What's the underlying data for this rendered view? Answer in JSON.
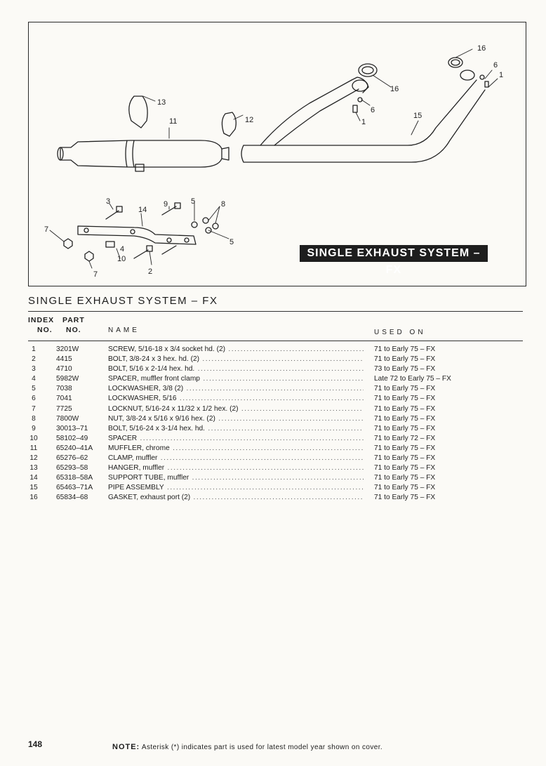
{
  "diagram": {
    "banner": "SINGLE EXHAUST SYSTEM – FX",
    "callouts": {
      "c16a": "16",
      "c6a": "6",
      "c1a": "1",
      "c16b": "16",
      "c6b": "6",
      "c1b": "1",
      "c15": "15",
      "c13": "13",
      "c11": "11",
      "c12": "12",
      "c3": "3",
      "c14": "14",
      "c9": "9",
      "c5a": "5",
      "c8": "8",
      "c5b": "5",
      "c7a": "7",
      "c4": "4",
      "c10": "10",
      "c2": "2",
      "c7b": "7"
    }
  },
  "section_title": "SINGLE EXHAUST SYSTEM – FX",
  "headers": {
    "index_no_1": "INDEX",
    "index_no_2": "NO.",
    "part_no_1": "PART",
    "part_no_2": "NO.",
    "name": "NAME",
    "used_on": "USED ON"
  },
  "parts": [
    {
      "index": "1",
      "part": "3201W",
      "name": "SCREW, 5/16-18 x 3/4 socket hd. (2)",
      "used": "71 to Early 75 – FX"
    },
    {
      "index": "2",
      "part": "4415",
      "name": "BOLT, 3/8-24 x 3 hex. hd. (2)",
      "used": "71 to Early 75 – FX"
    },
    {
      "index": "3",
      "part": "4710",
      "name": "BOLT, 5/16 x 2-1/4 hex. hd.",
      "used": "73 to Early 75 – FX"
    },
    {
      "index": "4",
      "part": "5982W",
      "name": "SPACER, muffler front clamp",
      "used": "Late 72 to Early 75 – FX"
    },
    {
      "index": "5",
      "part": "7038",
      "name": "LOCKWASHER, 3/8 (2)",
      "used": "71 to Early 75 – FX"
    },
    {
      "index": "6",
      "part": "7041",
      "name": "LOCKWASHER, 5/16",
      "used": "71 to Early 75 – FX"
    },
    {
      "index": "7",
      "part": "7725",
      "name": "LOCKNUT, 5/16-24 x 11/32 x 1/2 hex. (2)",
      "used": "71 to Early 75 – FX"
    },
    {
      "index": "8",
      "part": "7800W",
      "name": "NUT, 3/8-24 x 5/16 x 9/16 hex. (2)",
      "used": "71 to Early 75 – FX"
    },
    {
      "index": "9",
      "part": "30013–71",
      "name": "BOLT, 5/16-24 x 3-1/4 hex. hd.",
      "used": "71 to Early 75 – FX"
    },
    {
      "index": "10",
      "part": "58102–49",
      "name": "SPACER",
      "used": "71 to Early 72 – FX"
    },
    {
      "index": "11",
      "part": "65240–41A",
      "name": "MUFFLER, chrome",
      "used": "71 to Early 75 – FX"
    },
    {
      "index": "12",
      "part": "65276–62",
      "name": "CLAMP, muffler",
      "used": "71 to Early 75 – FX"
    },
    {
      "index": "13",
      "part": "65293–58",
      "name": "HANGER, muffler",
      "used": "71 to Early 75 – FX"
    },
    {
      "index": "14",
      "part": "65318–58A",
      "name": "SUPPORT TUBE, muffler",
      "used": "71 to Early 75 – FX"
    },
    {
      "index": "15",
      "part": "65463–71A",
      "name": "PIPE ASSEMBLY",
      "used": "71 to Early 75 – FX"
    },
    {
      "index": "16",
      "part": "65834–68",
      "name": "GASKET, exhaust port (2)",
      "used": "71 to Early 75 – FX"
    }
  ],
  "footer": {
    "page_number": "148",
    "note_label": "NOTE:",
    "note_text": "Asterisk (*) indicates part is used for latest model year shown on cover."
  }
}
